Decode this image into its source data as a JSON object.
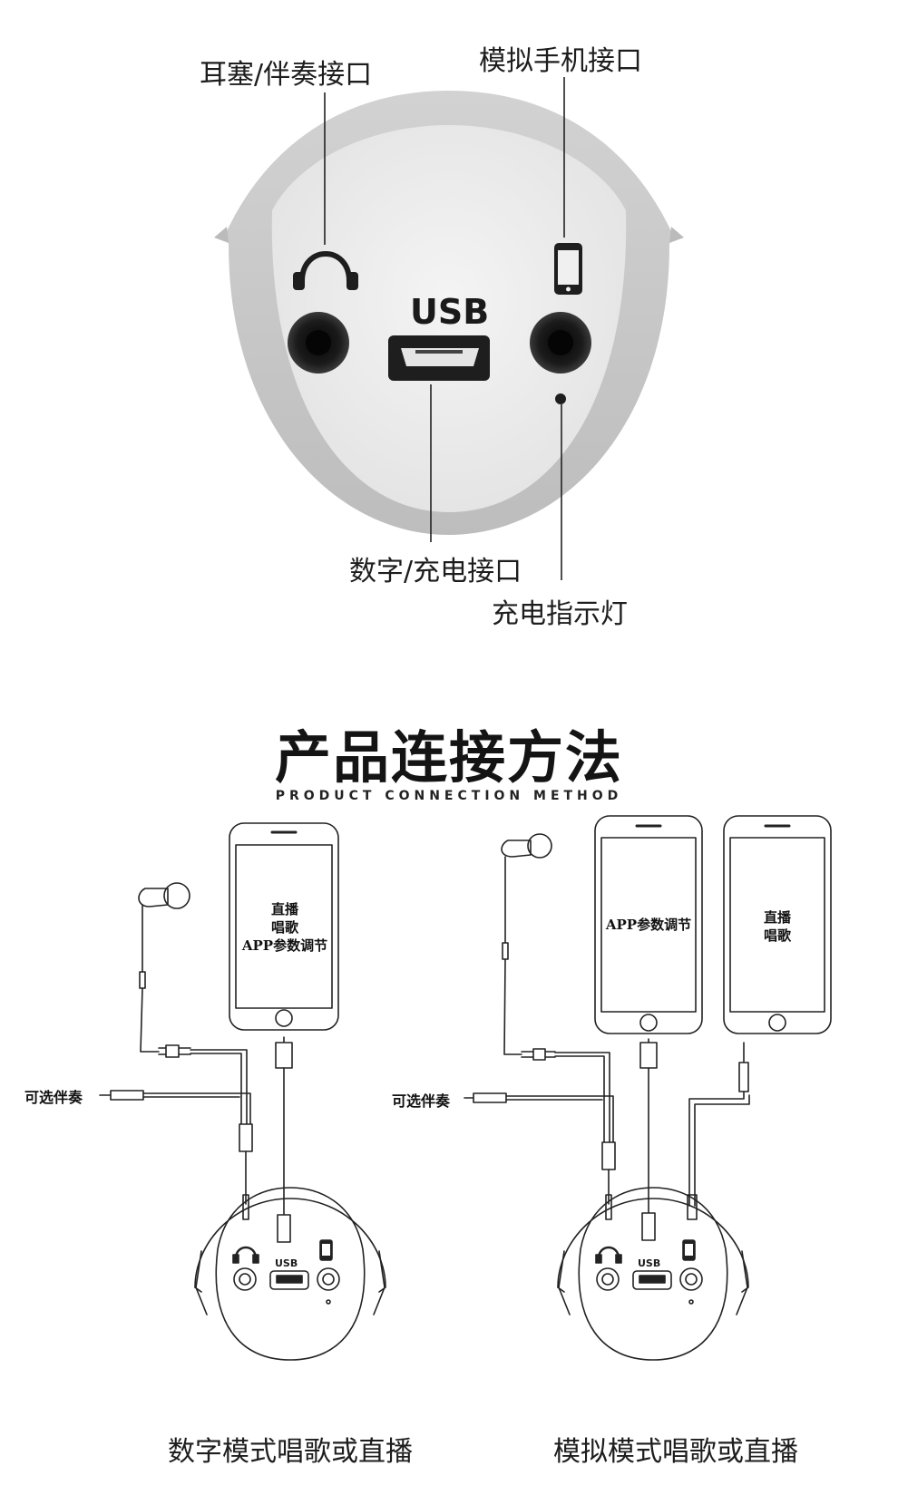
{
  "top": {
    "labels": {
      "earphone_port": "耳塞/伴奏接口",
      "phone_port": "模拟手机接口",
      "usb_port": "数字/充电接口",
      "charge_led": "充电指示灯"
    },
    "usb_text": "USB"
  },
  "section": {
    "title": "产品连接方法",
    "subtitle": "PRODUCT CONNECTION METHOD"
  },
  "digital_mode": {
    "caption": "数字模式唱歌或直播",
    "optional_label": "可选伴奏",
    "phone_lines": [
      "直播",
      "唱歌",
      "APP参数调节"
    ],
    "usb_text": "USB"
  },
  "analog_mode": {
    "caption": "模拟模式唱歌或直播",
    "optional_label": "可选伴奏",
    "phone1_lines": [
      "APP参数调节"
    ],
    "phone2_lines": [
      "直播",
      "唱歌"
    ],
    "usb_text": "USB"
  },
  "colors": {
    "device_rim": "#c9c9c9",
    "device_face": "#ececec",
    "port_dark": "#1e1e1e",
    "line": "#222222"
  },
  "icons": [
    "headphone-icon",
    "phone-icon",
    "earphone-icon"
  ]
}
